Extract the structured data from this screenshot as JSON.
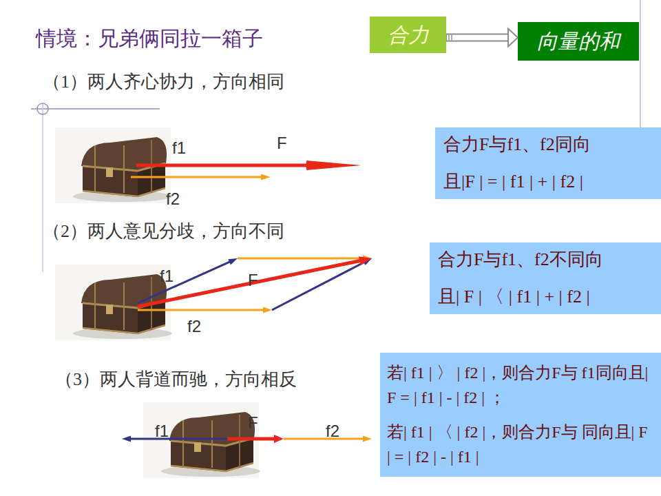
{
  "diagram": {
    "title": "情境：兄弟俩同拉一箱子",
    "nodes": [
      {
        "text": [
          "合力"
        ]
      },
      {
        "text": [
          "向量的和"
        ]
      },
      {
        "text": [
          "合力F与f1、f2同向",
          "且|F | = | f1 | + | f2 |"
        ]
      },
      {
        "text": [
          "合力F与f1、f2不同向",
          "且| F | 〈 | f1 | + | f2 |"
        ]
      },
      {
        "text": [
          "若| f1 | 〉 | f2 |，则合力F与 f1同向且| F = | f1 | - | f2 | ；",
          "若| f1 | 〈 | f2 |，则合力F与 同向且| F | = | f2 | - | f1 |"
        ]
      }
    ],
    "edges": [
      {
        "from": 0,
        "to": 1,
        "arrow": "to"
      }
    ],
    "labels": [
      "（1）两人齐心协力，方向相同",
      "f1",
      "F",
      "f2",
      "（2）两人意见分歧，方向不同",
      "f1",
      "F",
      "f2",
      "（3）两人背道而驰，方向相反",
      "f1",
      "F",
      "f2"
    ]
  }
}
